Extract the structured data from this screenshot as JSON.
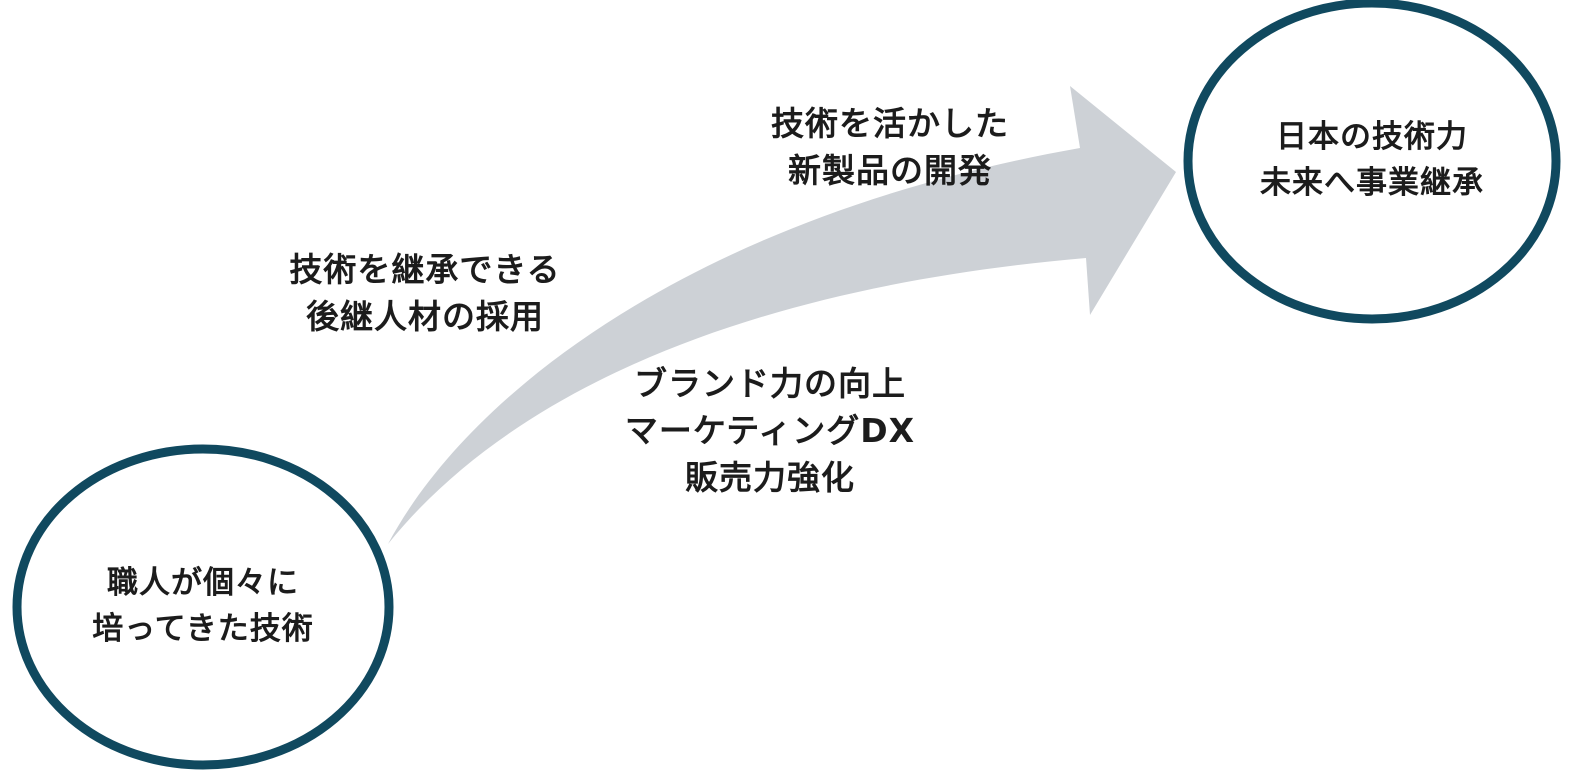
{
  "colors": {
    "circle_stroke": "#10495f",
    "arrow_fill": "#cdd1d6",
    "text": "#1c1c1c",
    "background": "#ffffff"
  },
  "nodes": {
    "start": {
      "lines": [
        "職人が個々に",
        "培ってきた技術"
      ]
    },
    "goal": {
      "lines": [
        "日本の技術力",
        "未来へ事業継承"
      ]
    }
  },
  "arrow": {
    "icon": "curved-growth-arrow"
  },
  "labels": {
    "hiring": {
      "lines": [
        "技術を継承できる",
        "後継人材の採用"
      ]
    },
    "product": {
      "lines": [
        "技術を活かした",
        "新製品の開発"
      ]
    },
    "brand": {
      "lines": [
        "ブランド力の向上",
        "マーケティングDX",
        "販売力強化"
      ]
    }
  }
}
